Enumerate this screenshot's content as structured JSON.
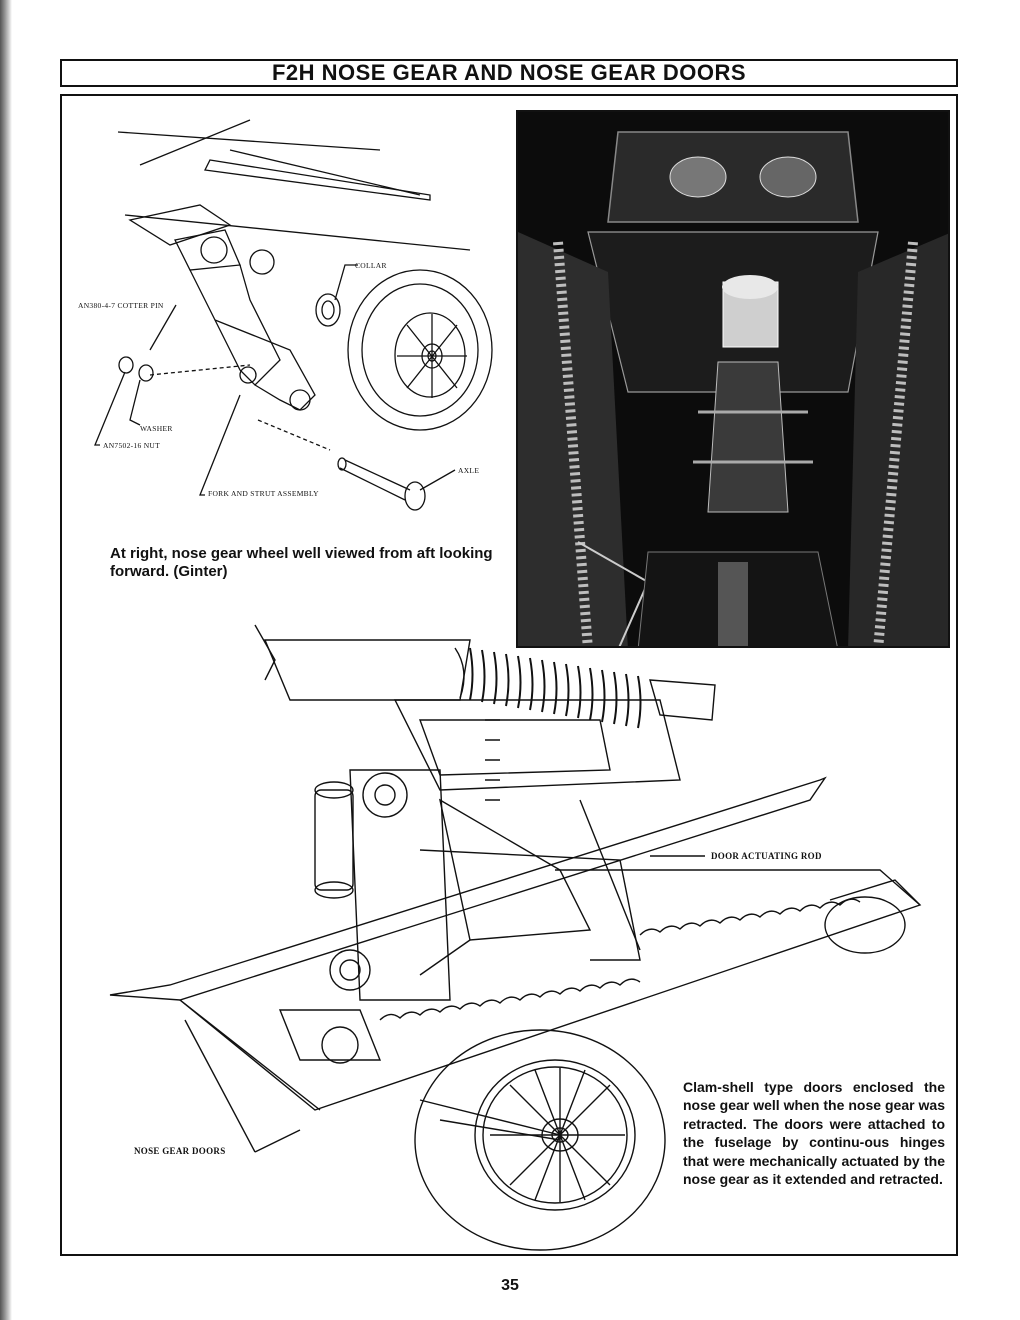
{
  "title": "F2H NOSE GEAR AND NOSE GEAR DOORS",
  "labels": {
    "collar": "COLLAR",
    "cotter_pin": "AN380-4-7 COTTER PIN",
    "washer": "WASHER",
    "nut": "AN7502-16 NUT",
    "axle": "AXLE",
    "fork": "FORK AND STRUT ASSEMBLY",
    "door_rod": "DOOR ACTUATING ROD",
    "doors": "NOSE GEAR DOORS"
  },
  "caption_top": "At right, nose gear wheel well viewed from aft looking forward. (Ginter)",
  "caption_bottom": "Clam-shell type doors enclosed the nose gear well when the nose gear was retracted. The doors were attached to the fuselage by continu-ous hinges that were mechanically actuated by the nose gear as it extended and retracted.",
  "page_number": "35"
}
